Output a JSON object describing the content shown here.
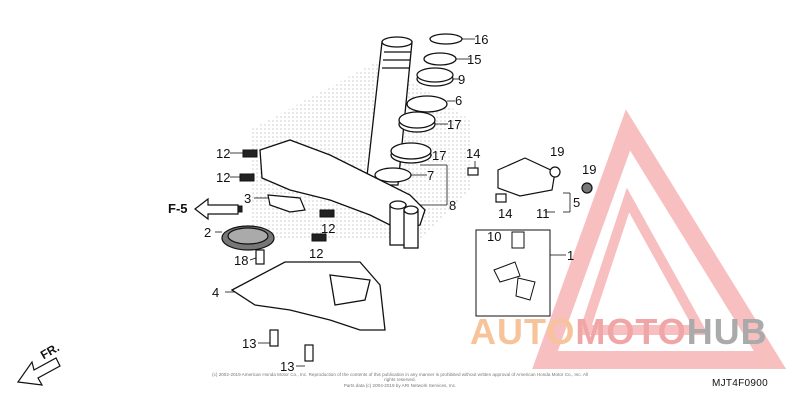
{
  "diagram": {
    "part_labels": [
      "16",
      "15",
      "9",
      "6",
      "17",
      "17",
      "14",
      "19",
      "19",
      "7",
      "12",
      "12",
      "3",
      "12",
      "8",
      "14",
      "11",
      "5",
      "2",
      "12",
      "10",
      "1",
      "18",
      "4",
      "13",
      "13"
    ],
    "direction_label": "F-5",
    "front_label": "FR.",
    "diagram_code": "MJT4F0900",
    "copyright_line1": "(c) 2002-2019 American Honda Motor Co., Inc. Reproduction of the contents of this publication in any manner is prohibited without written approval of American Honda Motor Co., Inc. All rights reserved.",
    "copyright_line2": "Parts data (c) 2004-2019 by ARI Network Services, Inc."
  },
  "watermark": {
    "part1": "AUTO",
    "part2": "MOTO",
    "part3": "HUB",
    "colors": {
      "auto": "#f6c39a",
      "moto": "#f0a6a6",
      "hub": "#aaaaaa",
      "logo": "#f28b8b"
    }
  }
}
